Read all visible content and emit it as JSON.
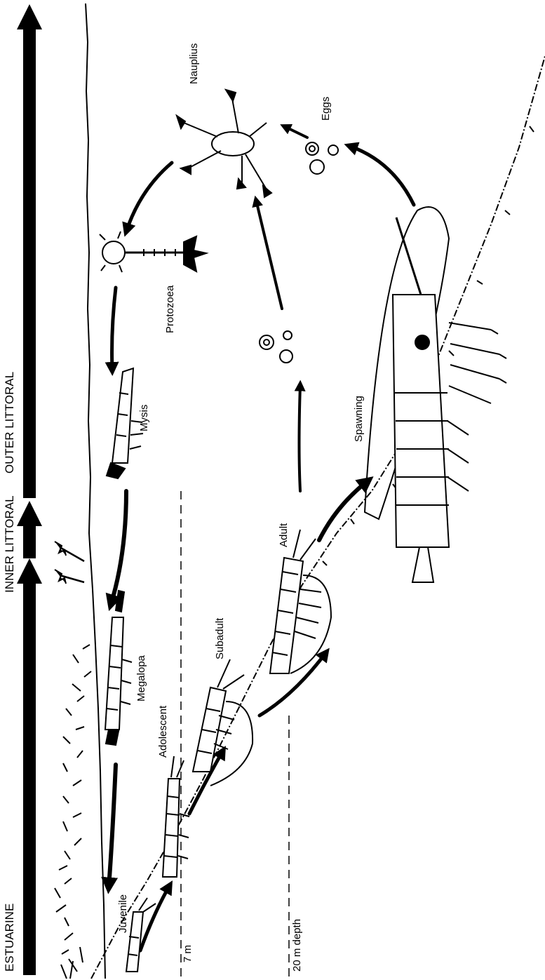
{
  "zones": {
    "estuarine": "ESTUARINE",
    "inner_littoral": "INNER LITTORAL",
    "outer_littoral": "OUTER LITTORAL"
  },
  "stages": {
    "eggs": "Eggs",
    "nauplius": "Nauplius",
    "protozoea": "Protozoea",
    "mysis": "Mysis",
    "megalopa": "Megalopa",
    "juvenile": "Juvenile",
    "adolescent": "Adolescent",
    "subadult": "Subadult",
    "adult": "Adult",
    "spawning": "Spawning"
  },
  "depths": {
    "shallow": "7 m",
    "deep": "20 m depth"
  },
  "colors": {
    "ink": "#000000",
    "paper": "#ffffff"
  }
}
